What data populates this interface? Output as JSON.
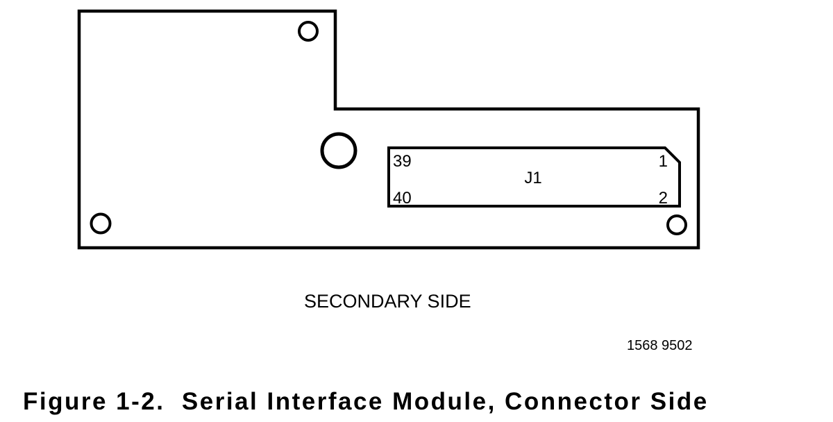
{
  "figure": {
    "side_label": "SECONDARY SIDE",
    "id_number": "1568 9502",
    "caption": "Figure 1-2.  Serial Interface Module, Connector Side",
    "connector": {
      "designator": "J1",
      "pins": {
        "top_left": "39",
        "bottom_left": "40",
        "top_right": "1",
        "bottom_right": "2"
      }
    },
    "colors": {
      "line": "#000000",
      "background": "#ffffff"
    }
  }
}
